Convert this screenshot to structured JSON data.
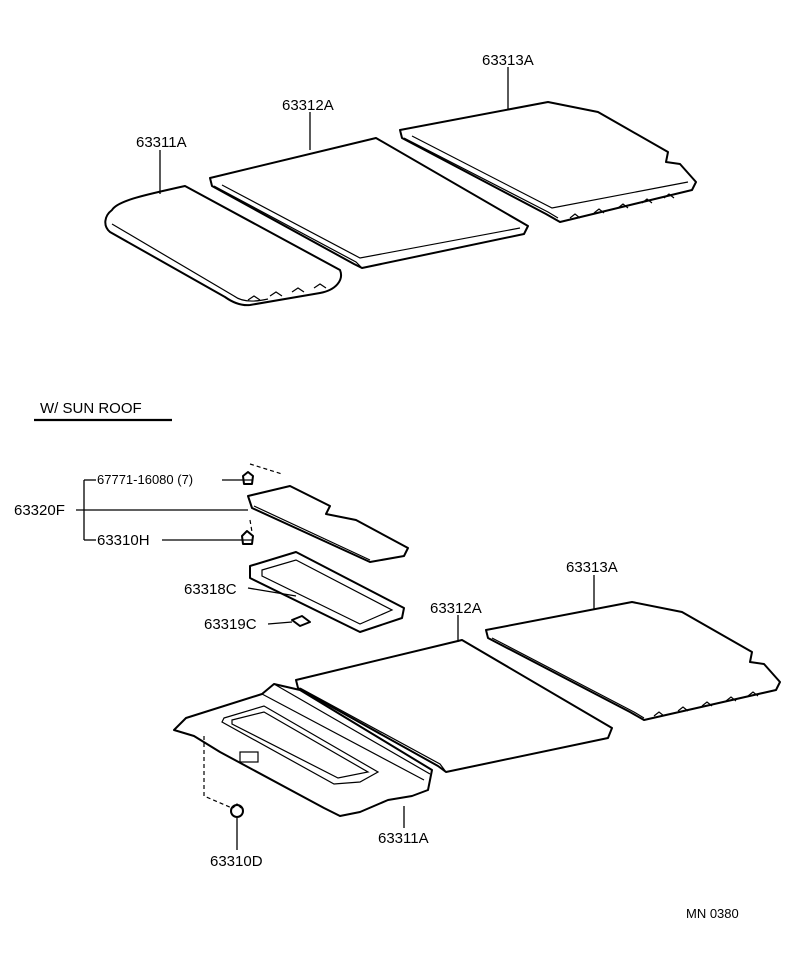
{
  "labels": {
    "top_63311a": "63311A",
    "top_63312a": "63312A",
    "top_63313a": "63313A",
    "section_title": "W/ SUN ROOF",
    "clip_67771": "67771-16080 (7)",
    "p_63320f": "63320F",
    "p_63310h": "63310H",
    "p_63318c": "63318C",
    "p_63319c": "63319C",
    "bot_63312a": "63312A",
    "bot_63313a": "63313A",
    "bot_63311a": "63311A",
    "p_63310d": "63310D",
    "footer_code": "MN 0380"
  },
  "colors": {
    "ink": "#000000",
    "paper": "#ffffff"
  }
}
